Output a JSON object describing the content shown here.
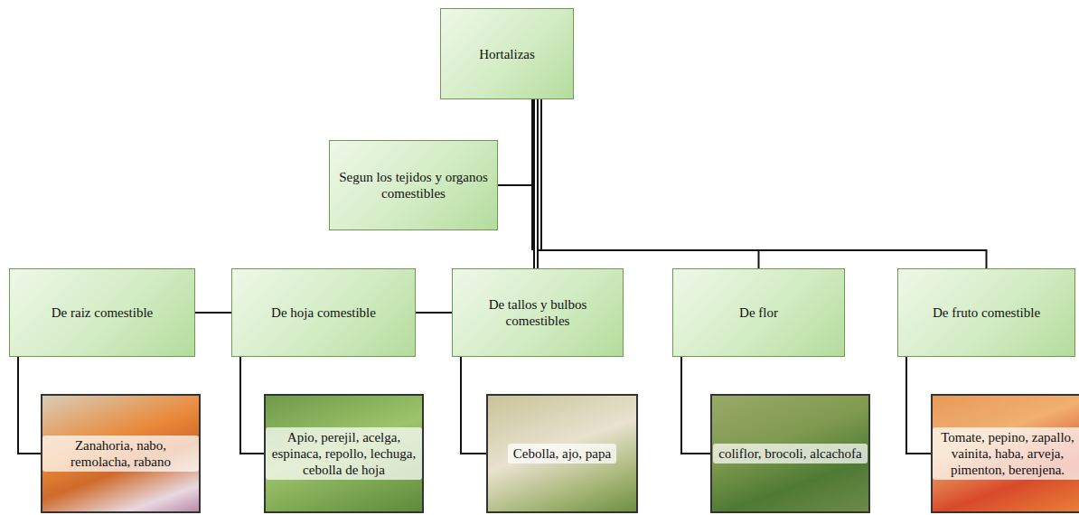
{
  "diagram": {
    "nodes": [
      {
        "text": [
          "Hortalizas"
        ]
      },
      {
        "text": [
          "Segun los tejidos y organos comestibles"
        ]
      },
      {
        "text": [
          "De raiz comestible"
        ]
      },
      {
        "text": [
          "De hoja comestible"
        ]
      },
      {
        "text": [
          "De tallos y bulbos comestibles"
        ]
      },
      {
        "text": [
          "De flor"
        ]
      },
      {
        "text": [
          "De fruto comestible"
        ]
      },
      {
        "text": [
          "Zanahoria, nabo, remolacha, rabano"
        ]
      },
      {
        "text": [
          "Apio, perejil, acelga, espinaca, repollo, lechuga, cebolla de hoja"
        ]
      },
      {
        "text": [
          "Cebolla, ajo, papa"
        ]
      },
      {
        "text": [
          "coliflor, brocoli, alcachofa"
        ]
      },
      {
        "text": [
          "Tomate, pepino, zapallo, vainita, haba, arveja, pimenton, berenjena."
        ]
      }
    ],
    "edges": [
      {
        "from": 0,
        "to": 1,
        "arrow": "none"
      },
      {
        "from": 0,
        "to": 2,
        "arrow": "none"
      },
      {
        "from": 0,
        "to": 3,
        "arrow": "none"
      },
      {
        "from": 0,
        "to": 4,
        "arrow": "none"
      },
      {
        "from": 0,
        "to": 5,
        "arrow": "none"
      },
      {
        "from": 0,
        "to": 6,
        "arrow": "none"
      },
      {
        "from": 2,
        "to": 7,
        "arrow": "none"
      },
      {
        "from": 3,
        "to": 8,
        "arrow": "none"
      },
      {
        "from": 4,
        "to": 9,
        "arrow": "none"
      },
      {
        "from": 5,
        "to": 10,
        "arrow": "none"
      },
      {
        "from": 6,
        "to": 11,
        "arrow": "none"
      }
    ]
  }
}
